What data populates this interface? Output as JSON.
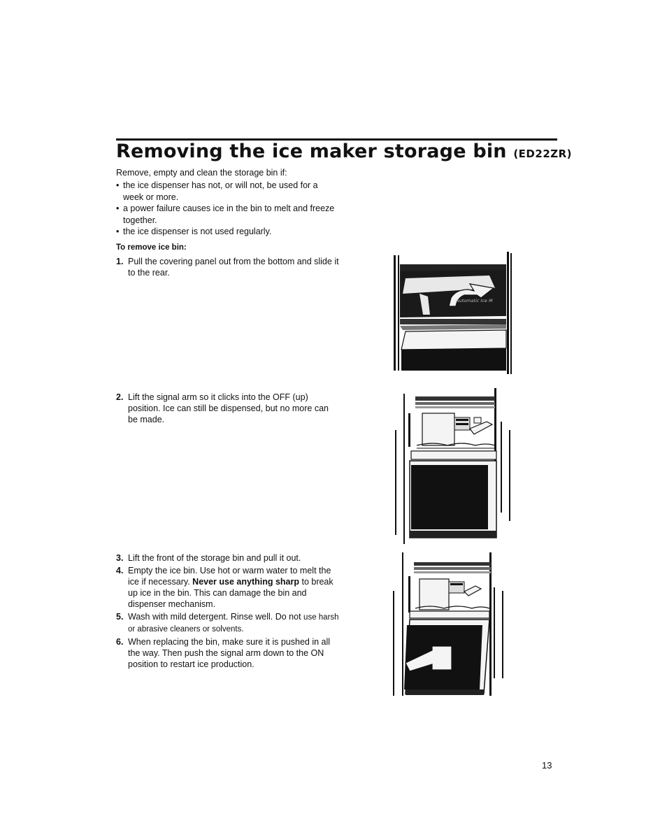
{
  "header": {
    "title": "Removing the ice maker storage bin",
    "model": "(ED22ZR)"
  },
  "intro": "Remove, empty and clean the storage bin if:",
  "bullets": [
    "the ice dispenser has not, or will not, be used for a week or more.",
    "a power failure causes ice in the bin to melt and freeze together.",
    "the ice dispenser is not used regularly."
  ],
  "bullet_glyph": "•",
  "subhead": "To remove ice bin:",
  "steps": {
    "s1": {
      "num": "1.",
      "text": "Pull the covering panel out from the bottom and slide it to the rear."
    },
    "s2": {
      "num": "2.",
      "text": "Lift the signal arm so it clicks into the OFF (up) position. Ice can still be dispensed, but no more can be made."
    },
    "s3": {
      "num": "3.",
      "text": "Lift the front of the storage bin and pull it out."
    },
    "s4": {
      "num": "4.",
      "text_a": "Empty the ice bin. Use hot or warm water to melt the ice if necessary. ",
      "bold": "Never use anything sharp",
      "text_b": " to break up ice in the bin. This can damage the bin and dispenser mechanism."
    },
    "s5": {
      "num": "5.",
      "text_a": "Wash with mild detergent. Rinse well. Do not ",
      "text_b": "use harsh or abrasive cleaners or solvents."
    },
    "s6": {
      "num": "6.",
      "text": "When replacing the bin, make sure it is pushed in all the way. Then push the signal arm down to the ON position to restart ice production."
    }
  },
  "figure1": {
    "panel_label": "Automatic Ice M"
  },
  "page_number": "13"
}
